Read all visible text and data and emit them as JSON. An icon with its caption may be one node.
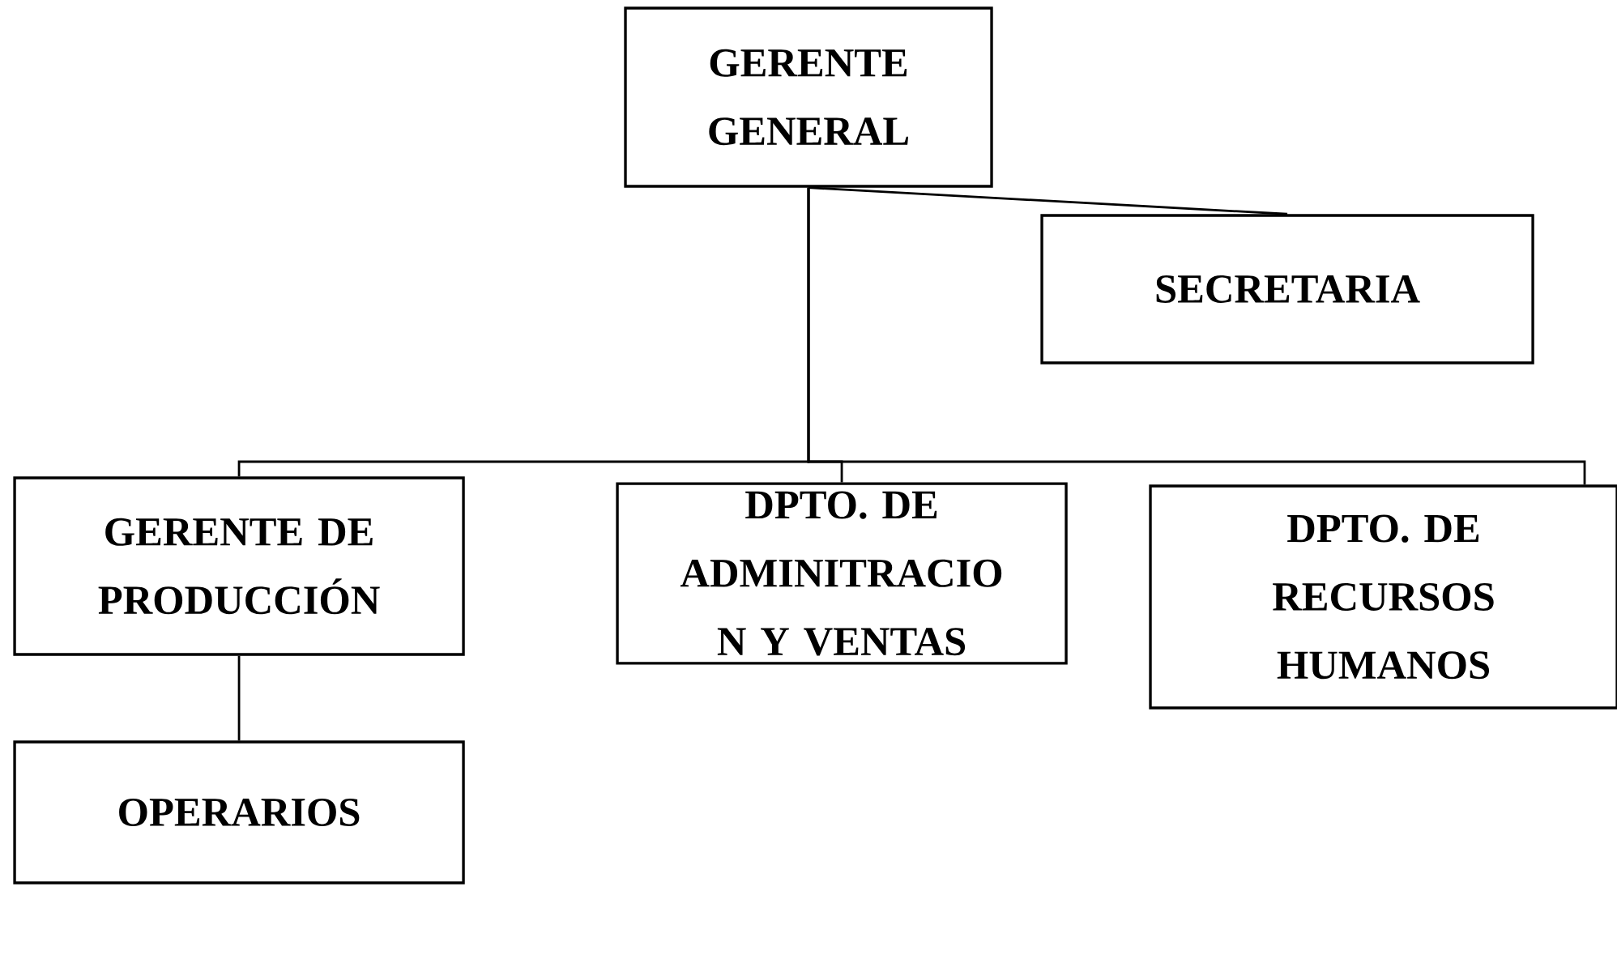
{
  "diagram": {
    "nodes": [
      {
        "text": [
          "GERENTE GENERAL"
        ]
      },
      {
        "text": [
          "SECRETARIA"
        ]
      },
      {
        "text": [
          "GERENTE DE PRODUCCIÓN"
        ]
      },
      {
        "text": [
          "DPTO. DE ADMINITRACIO N Y VENTAS"
        ]
      },
      {
        "text": [
          "DPTO. DE RECURSOS HUMANOS"
        ]
      },
      {
        "text": [
          "OPERARIOS"
        ]
      }
    ],
    "edges": [
      {
        "from": 0,
        "to": 1,
        "arrow": "none"
      },
      {
        "from": 0,
        "to": 2,
        "arrow": "none"
      },
      {
        "from": 0,
        "to": 3,
        "arrow": "none"
      },
      {
        "from": 0,
        "to": 4,
        "arrow": "none"
      },
      {
        "from": 2,
        "to": 5,
        "arrow": "none"
      }
    ]
  }
}
